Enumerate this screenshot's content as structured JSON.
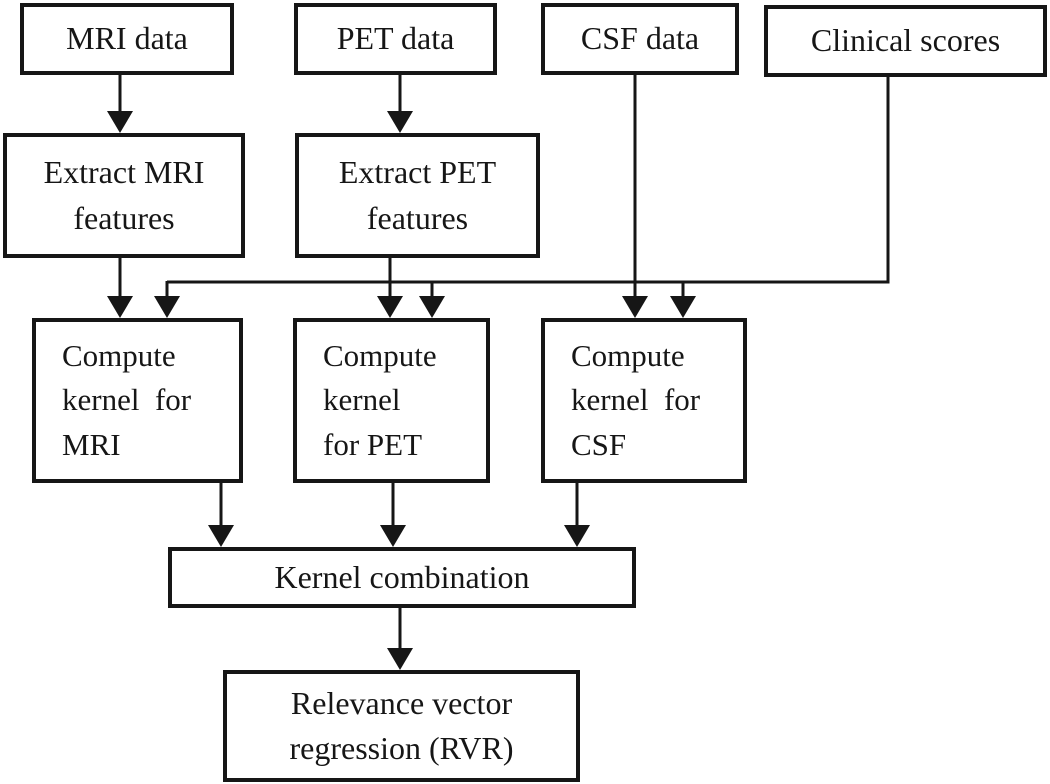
{
  "diagram": {
    "type": "flowchart",
    "colors": {
      "ink": "#161616",
      "background": "#ffffff"
    },
    "nodes": {
      "mri_data": {
        "label": "MRI data"
      },
      "pet_data": {
        "label": "PET data"
      },
      "csf_data": {
        "label": "CSF data"
      },
      "clinical_scores": {
        "label": "Clinical scores"
      },
      "extract_mri": {
        "label": "Extract MRI\nfeatures"
      },
      "extract_pet": {
        "label": "Extract PET\nfeatures"
      },
      "kernel_mri": {
        "label": "Compute\nkernel  for\nMRI"
      },
      "kernel_pet": {
        "label": "Compute\nkernel\nfor PET"
      },
      "kernel_csf": {
        "label": "Compute\nkernel  for\nCSF"
      },
      "kernel_combination": {
        "label": "Kernel combination"
      },
      "rvr": {
        "label": "Relevance vector\nregression (RVR)"
      }
    },
    "edges": [
      {
        "from": "MRI data",
        "to": "Extract MRI features"
      },
      {
        "from": "PET data",
        "to": "Extract PET features"
      },
      {
        "from": "Extract MRI features",
        "to": "Compute kernel for MRI"
      },
      {
        "from": "Extract PET features",
        "to": "Compute kernel for PET"
      },
      {
        "from": "CSF data",
        "to": "Compute kernel for CSF"
      },
      {
        "from": "Clinical scores",
        "to": "Compute kernel for MRI"
      },
      {
        "from": "Clinical scores",
        "to": "Compute kernel for PET"
      },
      {
        "from": "Clinical scores",
        "to": "Compute kernel for CSF"
      },
      {
        "from": "Compute kernel for MRI",
        "to": "Kernel combination"
      },
      {
        "from": "Compute kernel for PET",
        "to": "Kernel combination"
      },
      {
        "from": "Compute kernel for CSF",
        "to": "Kernel combination"
      },
      {
        "from": "Kernel combination",
        "to": "Relevance vector regression (RVR)"
      }
    ]
  }
}
